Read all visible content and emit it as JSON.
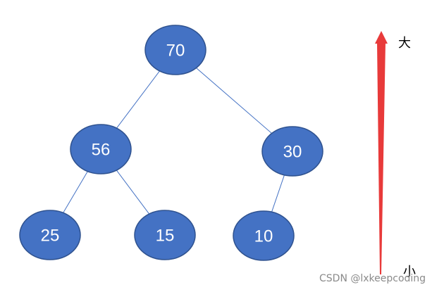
{
  "nodes": [
    {
      "id": "n70",
      "label": "70"
    },
    {
      "id": "n56",
      "label": "56"
    },
    {
      "id": "n30",
      "label": "30"
    },
    {
      "id": "n25",
      "label": "25"
    },
    {
      "id": "n15",
      "label": "15"
    },
    {
      "id": "n10",
      "label": "10"
    }
  ],
  "edges": [
    {
      "from": "n70",
      "to": "n56"
    },
    {
      "from": "n70",
      "to": "n30"
    },
    {
      "from": "n56",
      "to": "n25"
    },
    {
      "from": "n56",
      "to": "n15"
    },
    {
      "from": "n30",
      "to": "n10"
    }
  ],
  "scale": {
    "top_label": "大",
    "bottom_label": "小",
    "arrow_color": "#E83A3A"
  },
  "colors": {
    "node_fill": "#4472C4",
    "node_stroke": "#2F528F",
    "edge": "#4472C4"
  },
  "watermark": "CSDN @lxkeepcoding"
}
